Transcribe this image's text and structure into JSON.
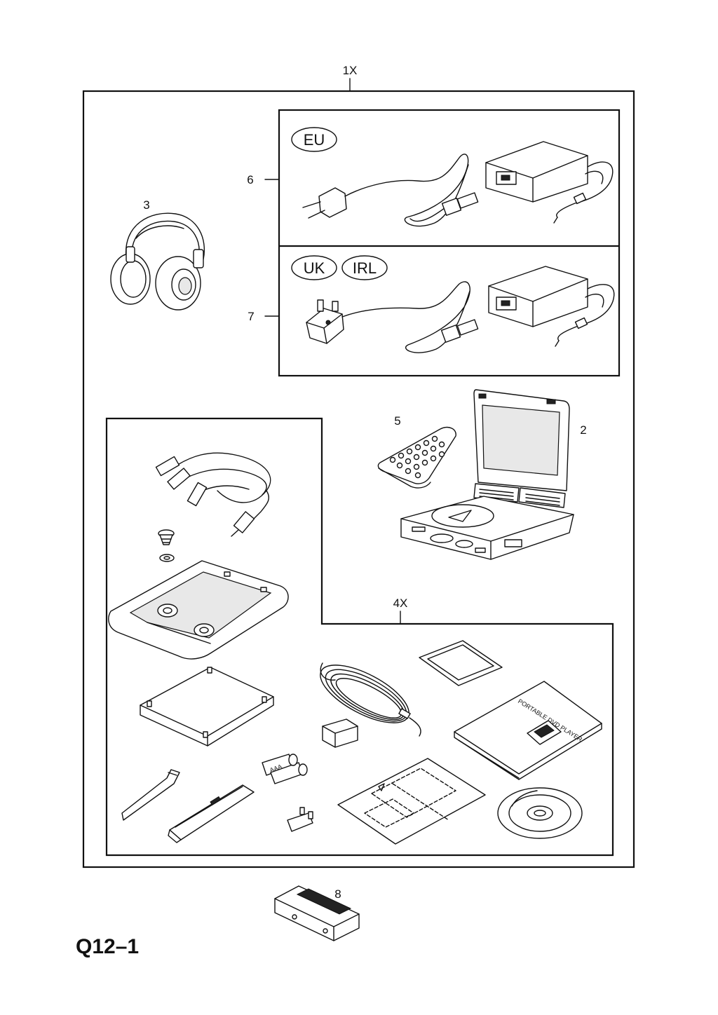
{
  "diagram": {
    "page_code": "Q12–1",
    "main_label": "1X",
    "sub_kit_label": "4X",
    "part_labels": {
      "p2": "2",
      "p3": "3",
      "p5": "5",
      "p6": "6",
      "p7": "7",
      "p8": "8"
    },
    "region_badges": {
      "eu": "EU",
      "uk": "UK",
      "irl": "IRL"
    },
    "battery_text": "AAA",
    "manual_title": "PORTABLE DVD PLAYER"
  }
}
